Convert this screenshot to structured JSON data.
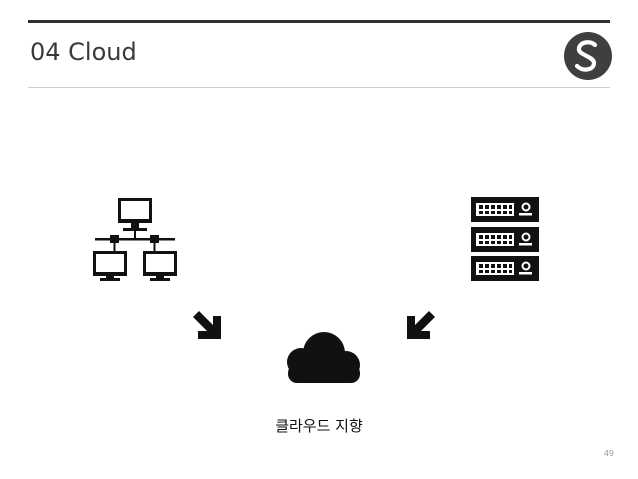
{
  "slide": {
    "title": "04 Cloud",
    "caption": "클라우드 지향",
    "page_number": "49"
  },
  "icons": {
    "logo": "s-logo-icon",
    "network": "network-icon",
    "server": "server-rack-icon",
    "arrow_left": "arrow-down-right-icon",
    "arrow_right": "arrow-down-left-icon",
    "cloud": "cloud-icon"
  },
  "colors": {
    "ink": "#111111",
    "rule": "#2f2f2f",
    "logo": "#3f3f3f"
  }
}
